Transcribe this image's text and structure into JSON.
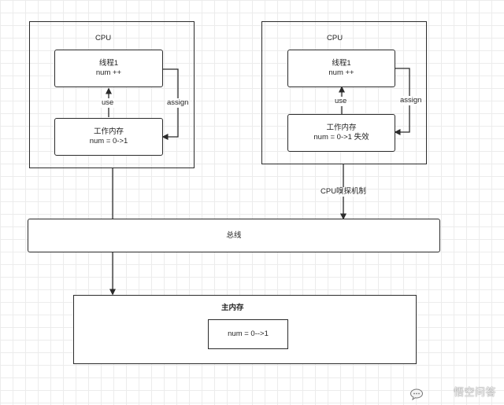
{
  "cpu_left": {
    "title": "CPU",
    "thread_box": {
      "name": "线程1",
      "op": "num ++"
    },
    "memory_box": {
      "name": "工作内存",
      "value": "num = 0->1"
    },
    "use_label": "use",
    "assign_label": "assign"
  },
  "cpu_right": {
    "title": "CPU",
    "thread_box": {
      "name": "线程1",
      "op": "num ++"
    },
    "memory_box": {
      "name": "工作内存",
      "value": "num = 0->1 失效"
    },
    "use_label": "use",
    "assign_label": "assign"
  },
  "bus": {
    "label": "总线",
    "sniff_label": "CPU嗅探机制"
  },
  "main_memory": {
    "title": "主内存",
    "value": "num = 0-->1"
  },
  "watermark": {
    "text": "悟空问答",
    "icon": "speech-bubble-icon"
  }
}
